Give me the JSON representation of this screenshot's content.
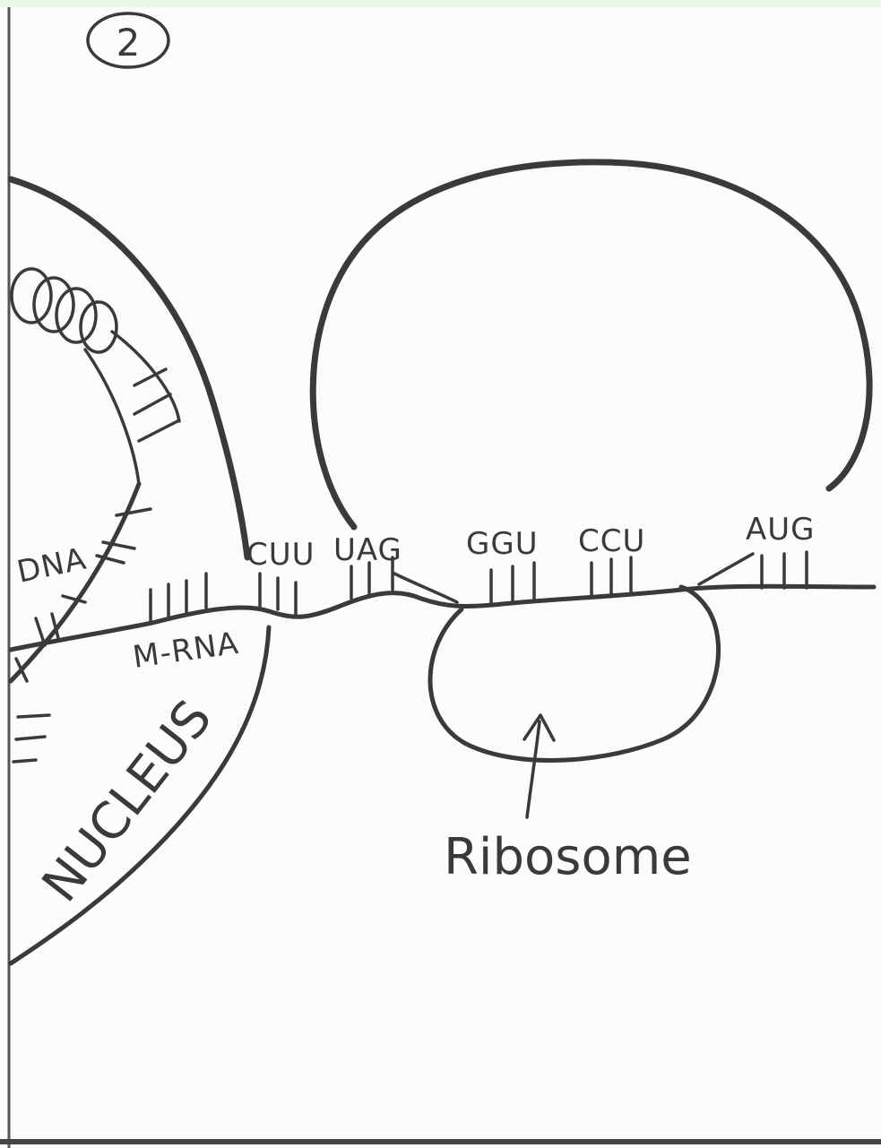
{
  "page": {
    "number": "2",
    "paper_color": "#fcfcfa",
    "ink_color": "#3a3a3a"
  },
  "labels": {
    "dna": "DNA",
    "mrna": "M-RNA",
    "nucleus": "NUCLEUS",
    "ribosome": "Ribosome"
  },
  "codons": [
    "CUU",
    "UAG",
    "GGU",
    "CCU",
    "AUG"
  ]
}
